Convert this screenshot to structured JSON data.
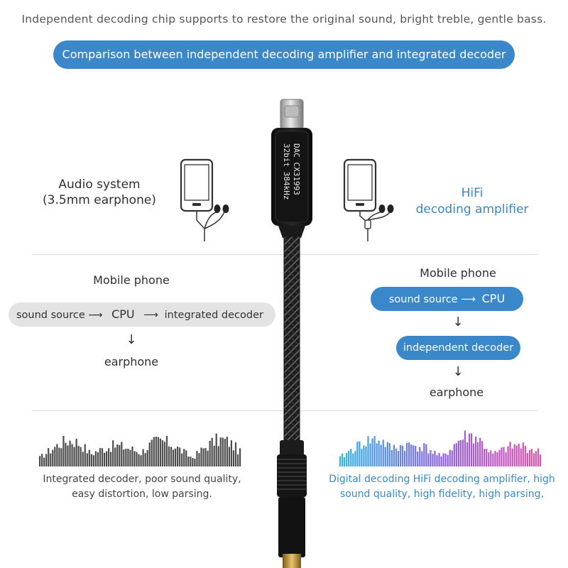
{
  "header": {
    "tagline": "Independent decoding chip supports to restore the original sound, bright treble, gentle bass.",
    "banner": "Comparison between independent decoding amplifier and integrated decoder"
  },
  "device": {
    "dac_line1": "DAC CX31993",
    "dac_line2": "32bit  384kHz"
  },
  "left": {
    "system_title_line1": "Audio system",
    "system_title_line2": "(3.5mm earphone)",
    "phone_title": "Mobile phone",
    "flow_source": "sound source",
    "flow_cpu": "CPU",
    "flow_decoder": "integrated decoder",
    "flow_end": "earphone",
    "wave_caption_line1": "Integrated decoder, poor sound quality,",
    "wave_caption_line2": "easy distortion, low parsing."
  },
  "right": {
    "system_title_line1": "HiFi",
    "system_title_line2": "decoding amplifier",
    "phone_title": "Mobile phone",
    "flow_source": "sound source",
    "flow_cpu": "CPU",
    "flow_decoder": "independent decoder",
    "flow_end": "earphone",
    "wave_caption_line1": "Digital decoding HiFi decoding amplifier, high",
    "wave_caption_line2": "sound quality, high fidelity, high parsing,"
  },
  "colors": {
    "accent_blue": "#3a87c9",
    "pill_gray": "#e3e3e3",
    "wave_gray": "#4a4a4a",
    "wave_gradient": [
      "#2bb4e8",
      "#8a5fe0",
      "#e14fa8"
    ]
  },
  "icons": {
    "phone": "phone-icon",
    "earphones": "earphones-icon",
    "arrow_right": "arrow-right-icon",
    "arrow_down": "arrow-down-icon"
  }
}
